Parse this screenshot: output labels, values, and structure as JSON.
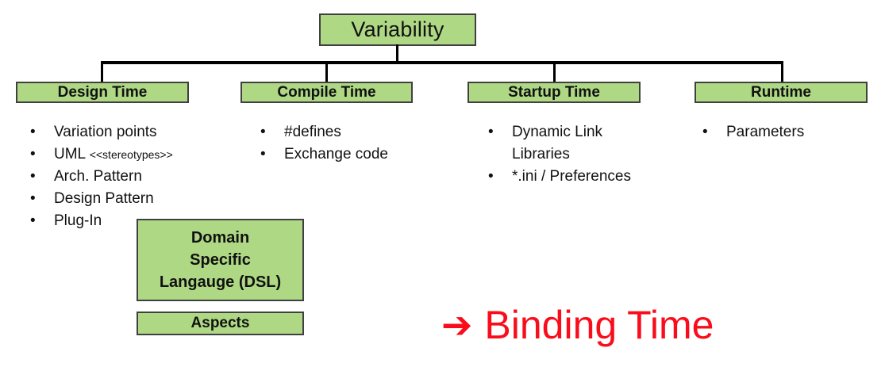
{
  "colors": {
    "background": "#ffffff",
    "box_fill": "#aed884",
    "box_border": "#404040",
    "connector": "#000000",
    "accent_red": "#f90d1b"
  },
  "bullet_char": "•",
  "root": {
    "label": "Variability"
  },
  "branches": [
    {
      "label": "Design Time",
      "items": [
        {
          "text": "Variation points"
        },
        {
          "text": "UML",
          "small": "<<stereotypes>>"
        },
        {
          "text": "Arch. Pattern"
        },
        {
          "text": "Design Pattern"
        },
        {
          "text": "Plug-In"
        }
      ]
    },
    {
      "label": "Compile Time",
      "items": [
        {
          "text": "#defines"
        },
        {
          "text": "Exchange code"
        }
      ]
    },
    {
      "label": "Startup Time",
      "items": [
        {
          "text": "Dynamic Link\nLibraries"
        },
        {
          "text": "*.ini / Preferences"
        }
      ]
    },
    {
      "label": "Runtime",
      "items": [
        {
          "text": "Parameters"
        }
      ]
    }
  ],
  "floating_boxes": [
    {
      "label": "Domain\nSpecific\nLangauge (DSL)"
    },
    {
      "label": "Aspects"
    }
  ],
  "caption": {
    "arrow": "➔",
    "text": "Binding Time"
  }
}
